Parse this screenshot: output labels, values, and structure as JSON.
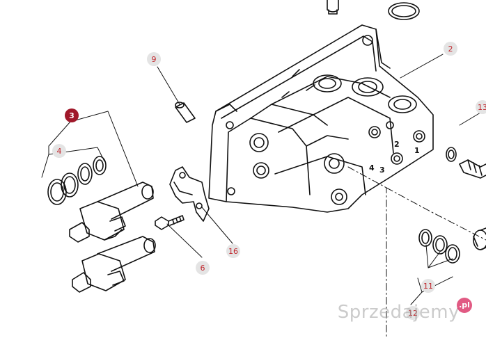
{
  "callouts": {
    "c2": "2",
    "c3": "3",
    "c4": "4",
    "c6": "6",
    "c9": "9",
    "c11": "11",
    "c13": "13",
    "c16": "16",
    "c12": "12"
  },
  "port_labels": {
    "p1": "1",
    "p2": "2",
    "p3": "3",
    "p4": "4"
  },
  "watermark": {
    "text": "Sprzedajemy",
    "badge": ".pl"
  },
  "colors": {
    "callout_circle": "#e4e4e4",
    "callout_text": "#c0262c",
    "callout_highlight": "#a0182a",
    "line": "#111111"
  }
}
